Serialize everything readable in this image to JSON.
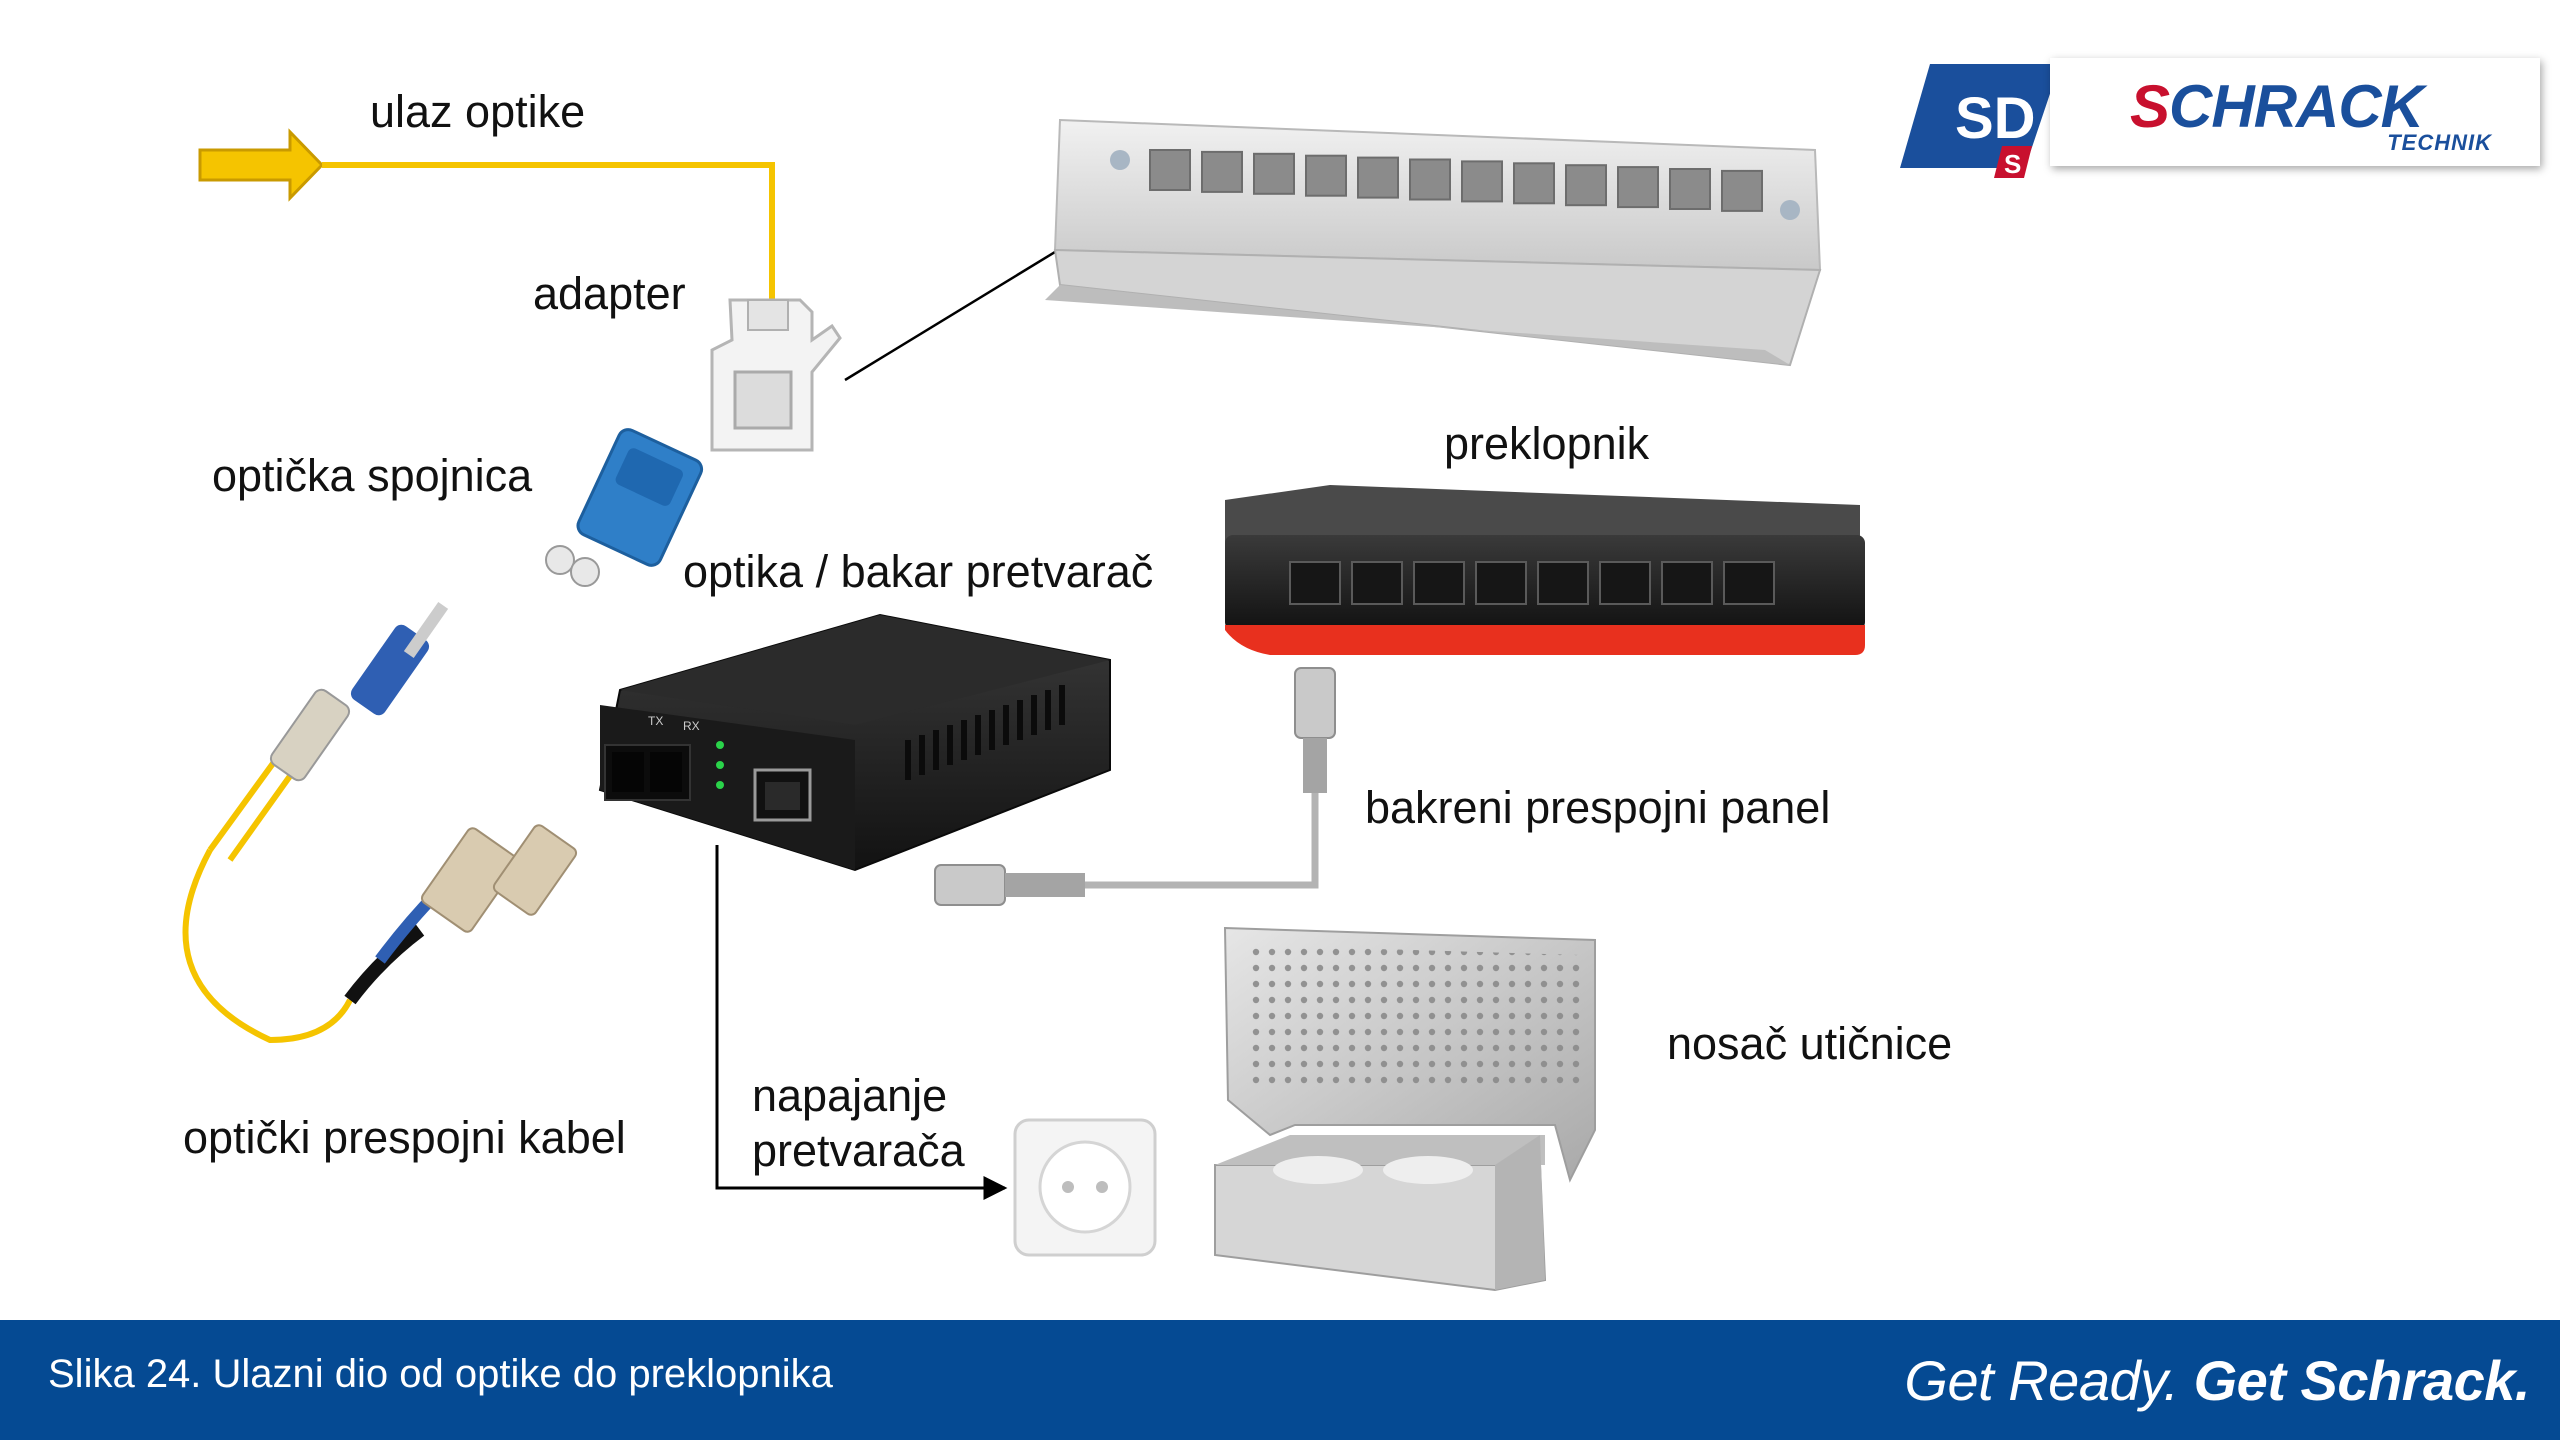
{
  "labels": {
    "ulaz_optike": "ulaz optike",
    "adapter": "adapter",
    "opticka_spojnica": "optička spojnica",
    "pretvarac": "optika / bakar pretvarač",
    "preklopnik": "preklopnik",
    "bakreni_panel": "bakreni prespojni panel",
    "opticki_kabel": "optički prespojni kabel",
    "napajanje_1": "napajanje",
    "napajanje_2": "pretvarača",
    "nosac": "nosač utičnice"
  },
  "devices": {
    "converter_port_tx": "TX",
    "converter_port_rx": "RX"
  },
  "logos": {
    "sd": "SD",
    "sd_small": "S",
    "schrack_first": "S",
    "schrack_rest": "CHRACK",
    "schrack_sub": "TECHNIK"
  },
  "footer": {
    "caption": "Slika 24. Ulazni dio od optike do preklopnika",
    "slogan_regular": "Get Ready.",
    "slogan_bold": "Get Schrack."
  },
  "colors": {
    "footer_bg": "#054a93",
    "fiber_yellow": "#f5c400",
    "switch_red": "#e8301e",
    "schrack_blue": "#1a4f9c"
  }
}
